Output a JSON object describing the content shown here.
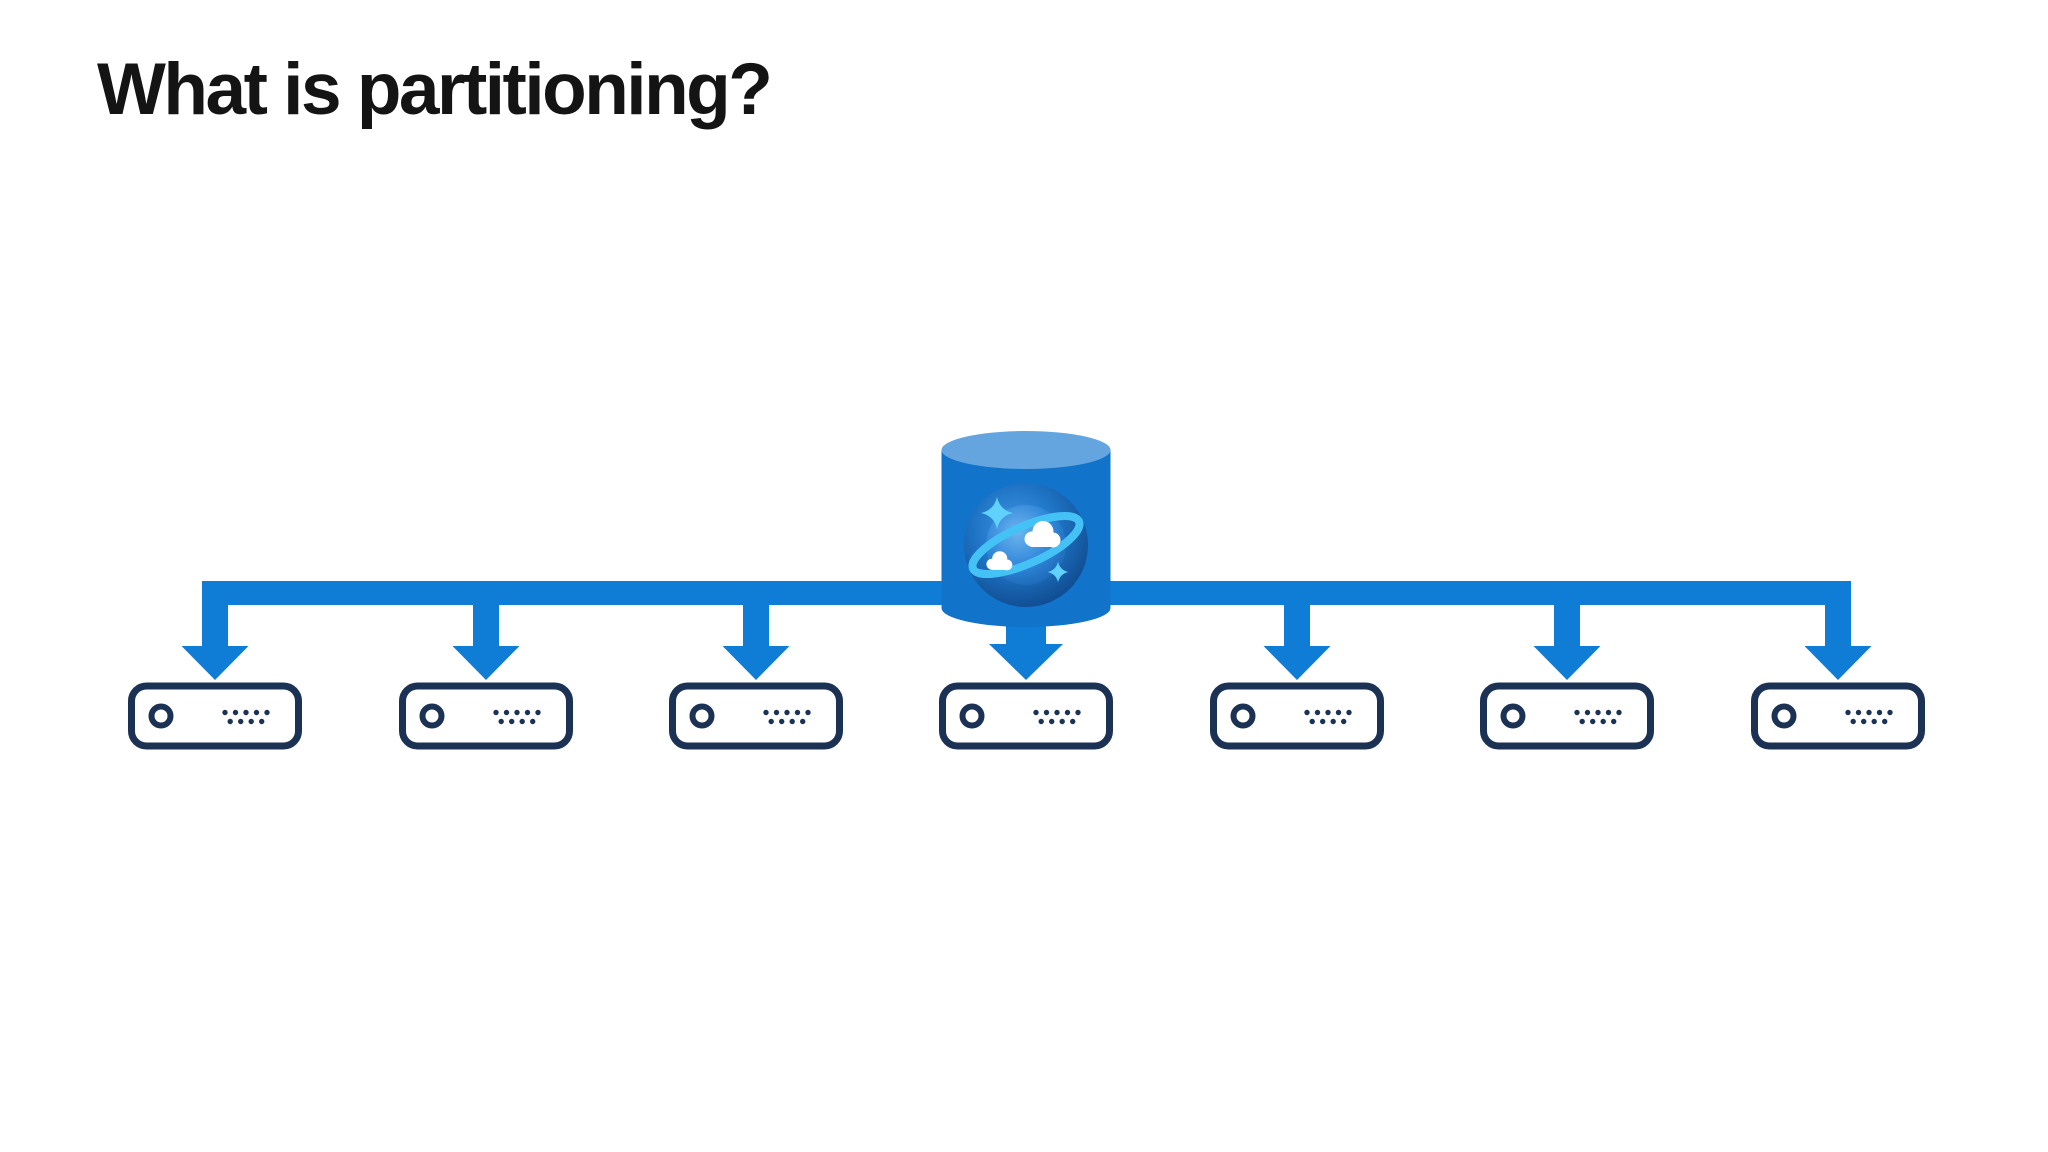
{
  "slide": {
    "title": "What is partitioning?",
    "title_color": "#141414",
    "background_color": "#ffffff"
  },
  "diagram": {
    "type": "fan-out-partitioning",
    "description": "One database cylinder distributing data across seven server nodes via arrows",
    "database": {
      "icon": "cosmos-db-cylinder-icon",
      "body_color": "#1173c9",
      "top_face_color": "#65a5df",
      "globe_ring_color": "#45c2f5",
      "sparkle_color": "#5fd1fa",
      "cloud_color": "#ffffff"
    },
    "arrows": {
      "icon": "down-arrow",
      "count": 7,
      "color": "#0f7cd6"
    },
    "servers": {
      "icon": "server-node-icon",
      "count": 7,
      "outline_color": "#1c3254",
      "fill_color": "#ffffff"
    }
  }
}
